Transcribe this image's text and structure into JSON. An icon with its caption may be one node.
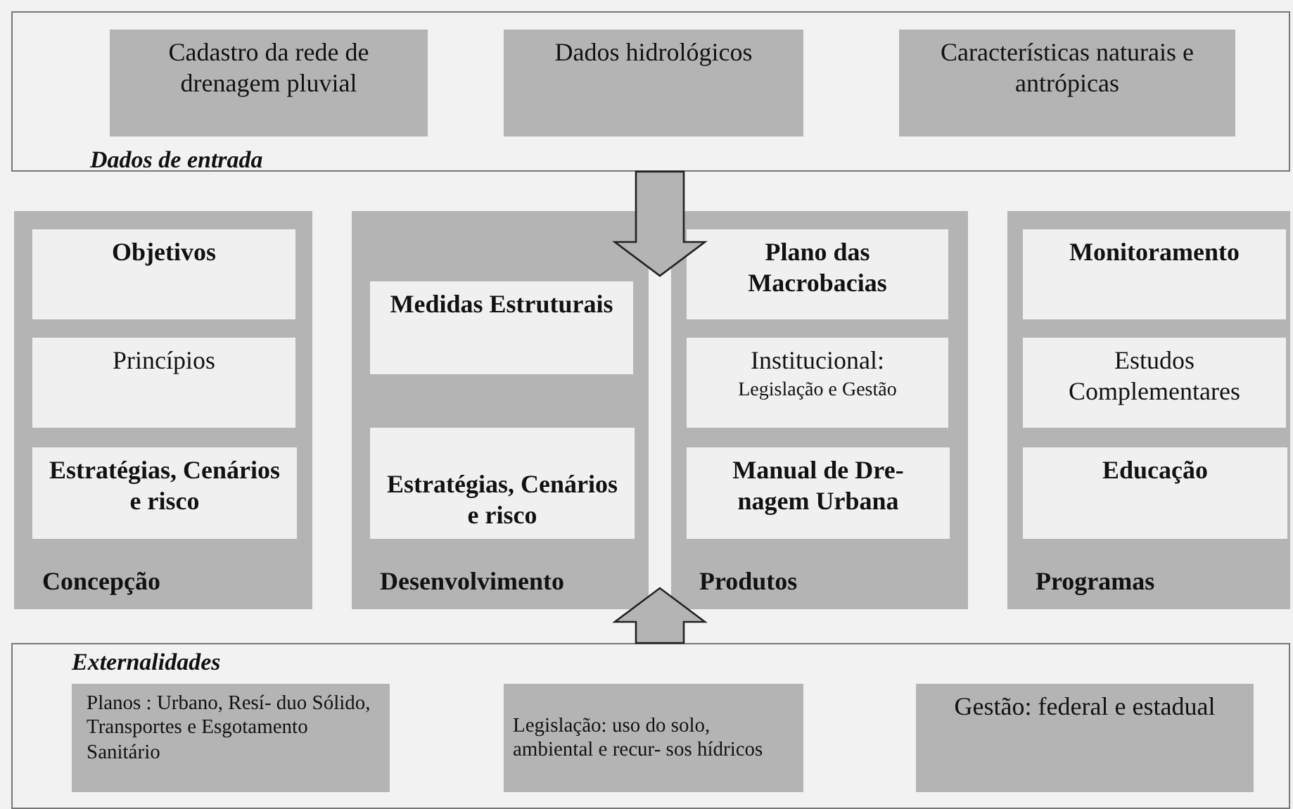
{
  "diagram": {
    "nodes": [
      {
        "text": [
          "Dados de entrada"
        ]
      },
      {
        "text": [
          "Cadastro da rede de drenagem pluvial"
        ],
        "in": 0
      },
      {
        "text": [
          "Dados hidrológicos"
        ],
        "in": 0
      },
      {
        "text": [
          "Características naturais e antrópicas"
        ],
        "in": 0
      },
      {
        "text": [
          "Concepção"
        ]
      },
      {
        "text": [
          "Objetivos"
        ],
        "in": 4
      },
      {
        "text": [
          "Princípios"
        ],
        "in": 4
      },
      {
        "text": [
          "Estratégias, Cenários e risco"
        ],
        "in": 4
      },
      {
        "text": [
          "Desenvolvimento"
        ]
      },
      {
        "text": [
          "Medidas Estruturais"
        ],
        "in": 8
      },
      {
        "text": [
          "Estratégias, Cenários e risco"
        ],
        "in": 8
      },
      {
        "text": [
          "Produtos"
        ]
      },
      {
        "text": [
          "Plano das Macrobacias"
        ],
        "in": 11
      },
      {
        "text": [
          "Institucional:",
          "Legislação e Gestão"
        ],
        "in": 11
      },
      {
        "text": [
          "Manual de Dre- nagem Urbana"
        ],
        "in": 11
      },
      {
        "text": [
          "Programas"
        ]
      },
      {
        "text": [
          "Monitoramento"
        ],
        "in": 15
      },
      {
        "text": [
          "Estudos Complementares"
        ],
        "in": 15
      },
      {
        "text": [
          "Educação"
        ],
        "in": 15
      },
      {
        "text": [
          "Externalidades"
        ]
      },
      {
        "text": [
          "Planos : Urbano, Resí- duo Sólido, Transportes e Esgotamento Sanitário"
        ],
        "in": 19
      },
      {
        "text": [
          "Legislação: uso do solo, ambiental e recur- sos hídricos"
        ],
        "in": 19
      },
      {
        "text": [
          "Gestão: federal e estadual"
        ],
        "in": 19
      }
    ],
    "edges": [
      {
        "from": 0,
        "to": null,
        "arrow": "to"
      },
      {
        "from": 19,
        "to": null,
        "arrow": "to"
      }
    ]
  }
}
